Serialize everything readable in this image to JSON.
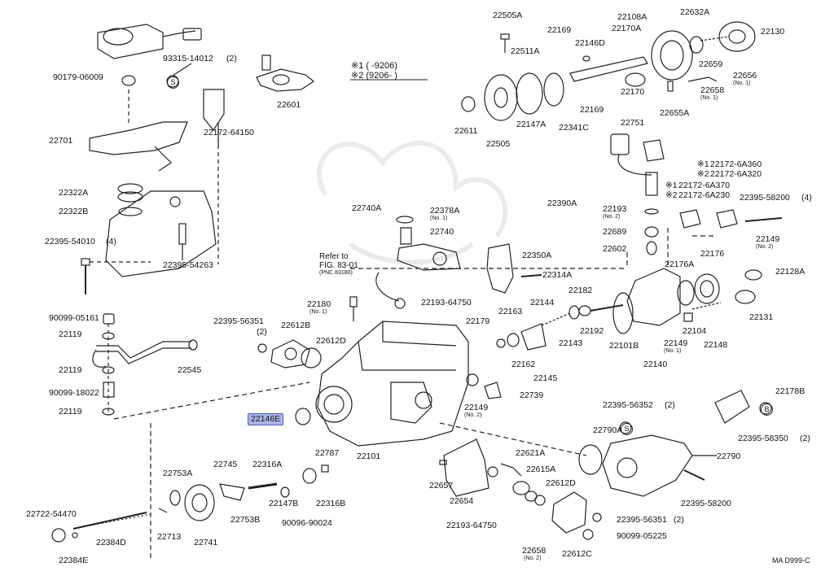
{
  "legend": {
    "row1": "※1 (     -9206)",
    "row2": "※2 (9206-      )"
  },
  "reference": {
    "line1": "Refer to",
    "line2": "FIG. 83-01",
    "line3": "(PNC 83180)"
  },
  "footer_code": "MA D999-C",
  "highlighted_part": "22146E",
  "labels": {
    "p22505A": "22505A",
    "p22169a": "22169",
    "p22108A": "22108A",
    "p22632A": "22632A",
    "p22130": "22130",
    "p22170A": "22170A",
    "p22146D": "22146D",
    "p22511A": "22511A",
    "p22659": "22659",
    "p22656": "22656",
    "p22658a": "22658",
    "p22170": "22170",
    "p22169b": "22169",
    "p22655A": "22655A",
    "p22611": "22611",
    "p22147A": "22147A",
    "p22341C": "22341C",
    "p22505": "22505",
    "p22751": "22751",
    "p93315": "93315-14012",
    "p90179": "90179-06009",
    "p22601": "22601",
    "p22172_64150": "22172-64150",
    "p22701": "22701",
    "p22322A": "22322A",
    "p22322B": "22322B",
    "p22395_54010": "22395-54010",
    "p22395_54263": "22395-54263",
    "p22740A": "22740A",
    "p22378A": "22378A",
    "p22740": "22740",
    "p22350A": "22350A",
    "p22314A": "22314A",
    "p22172_6A360": "22172-6A360",
    "p22172_6A320": "22172-6A320",
    "p22172_6A370": "22172-6A370",
    "p22172_6A230": "22172-6A230",
    "p22390A": "22390A",
    "p22193": "22193",
    "p22689": "22689",
    "p22395_58200a": "22395-58200",
    "p22602": "22602",
    "p22149a": "22149",
    "p22176A": "22176A",
    "p22176": "22176",
    "p22128A": "22128A",
    "p22131": "22131",
    "p90099_05161": "90099-05161",
    "p22119a": "22119",
    "p22119b": "22119",
    "p90099_18022": "90099-18022",
    "p22119c": "22119",
    "p22545": "22545",
    "p22180": "22180",
    "p22193_64750a": "22193-64750",
    "p22395_56351a": "22395-56351",
    "p22612B": "22612B",
    "p22612D": "22612D",
    "p22182": "22182",
    "p22163": "22163",
    "p22144": "22144",
    "p22179": "22179",
    "p22143": "22143",
    "p22192": "22192",
    "p22101B": "22101B",
    "p22140": "22140",
    "p22149b": "22149",
    "p22104": "22104",
    "p22148": "22148",
    "p22162": "22162",
    "p22145": "22145",
    "p22149c": "22149",
    "p22739": "22739",
    "p22101": "22101",
    "p22178B": "22178B",
    "p22395_56352": "22395-56352",
    "p22790A": "22790A",
    "p22790": "22790",
    "p22395_58350": "22395-58350",
    "p22787": "22787",
    "p22621A": "22621A",
    "p22753A": "22753A",
    "p22745": "22745",
    "p22316A": "22316A",
    "p22615A": "22615A",
    "p22657": "22657",
    "p22612D_b": "22612D",
    "p22722_54470": "22722-54470",
    "p22147B": "22147B",
    "p22316B": "22316B",
    "p22654": "22654",
    "p22753B": "22753B",
    "p90096_90024": "90096-90024",
    "p22713": "22713",
    "p22741": "22741",
    "p22193_64750b": "22193-64750",
    "p22384D": "22384D",
    "p22384E": "22384E",
    "p22658b": "22658",
    "p22612C": "22612C",
    "p22395_56351b": "22395-56351",
    "p90099_05225": "90099-05225",
    "p22395_58200b": "22395-58200"
  },
  "qualifiers": {
    "q93315": "(2)",
    "q22395_54010": "(4)",
    "q22395_58200": "(4)",
    "q22395_56351a": "(2)",
    "q22395_56352": "(2)",
    "q22395_58350": "(2)",
    "q22395_56351b": "(2)",
    "mark1": "※1",
    "mark2": "※2",
    "mark1b": "※1",
    "mark2b": "※2"
  },
  "sublabels": {
    "no1_a": "(No. 1)",
    "no1_b": "(No. 1)",
    "no1_c": "(No. 1)",
    "no1_d": "(No. 1)",
    "no2_a": "(No. 2)",
    "no2_b": "(No. 2)",
    "no2_c": "(No. 2)",
    "no2_d": "(No. 2)",
    "no1_e": "(No. 1)"
  },
  "symbols": {
    "s_letter": "S",
    "s_letter2": "S",
    "b_letter": "B"
  }
}
